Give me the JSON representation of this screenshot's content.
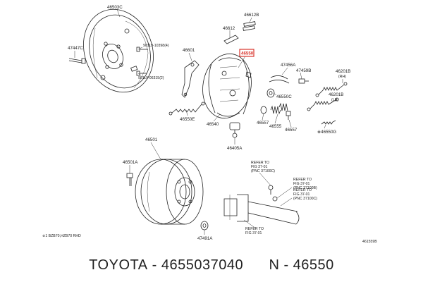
{
  "diagram": {
    "labels": {
      "p46503C": "46503C",
      "p47447C": "47447C",
      "p90119_10398": "90119-10398(4)",
      "p90119_06315": "90119-06315(2)",
      "p46601": "46601",
      "p46550E": "46550E",
      "p46612": "46612",
      "p46612B": "46612B",
      "p46550": "46550",
      "p47456A": "47456A",
      "p47459B": "47459B",
      "p46550C": "46550C",
      "p46540": "46540",
      "p46557a": "46557",
      "p46555": "46555",
      "p46557b": "46557",
      "p46405A": "46405A",
      "p46201B_RH": "46201B",
      "rh": "(RH)",
      "p46201B_LH": "46201B",
      "lh": "(LH)",
      "p46550G": "※46550G",
      "p46501": "46501",
      "p46501A": "46501A",
      "p47491A": "47491A",
      "ref1_a": "REFER TO",
      "ref1_b": "FIG 37-01",
      "ref1_c": "(PNC 37100C)",
      "ref2_a": "REFER TO",
      "ref2_b": "FIG 37-01",
      "ref2_c": "(PNC 37100B)",
      "ref3_a": "REFER TO",
      "ref3_b": "FIG 37-01",
      "ref3_c": "(PNC 37100C)",
      "ref4_a": "REFER TO",
      "ref4_b": "FIG 37-01",
      "footnote": "※1 BZB70,HZB70 RHD",
      "code": "461559B"
    },
    "highlight_color": "#d9342b"
  },
  "caption": {
    "brand": "TOYOTA",
    "sep1": " - ",
    "part_number": "4655037040",
    "gap": "      ",
    "ref": "N - 46550"
  }
}
